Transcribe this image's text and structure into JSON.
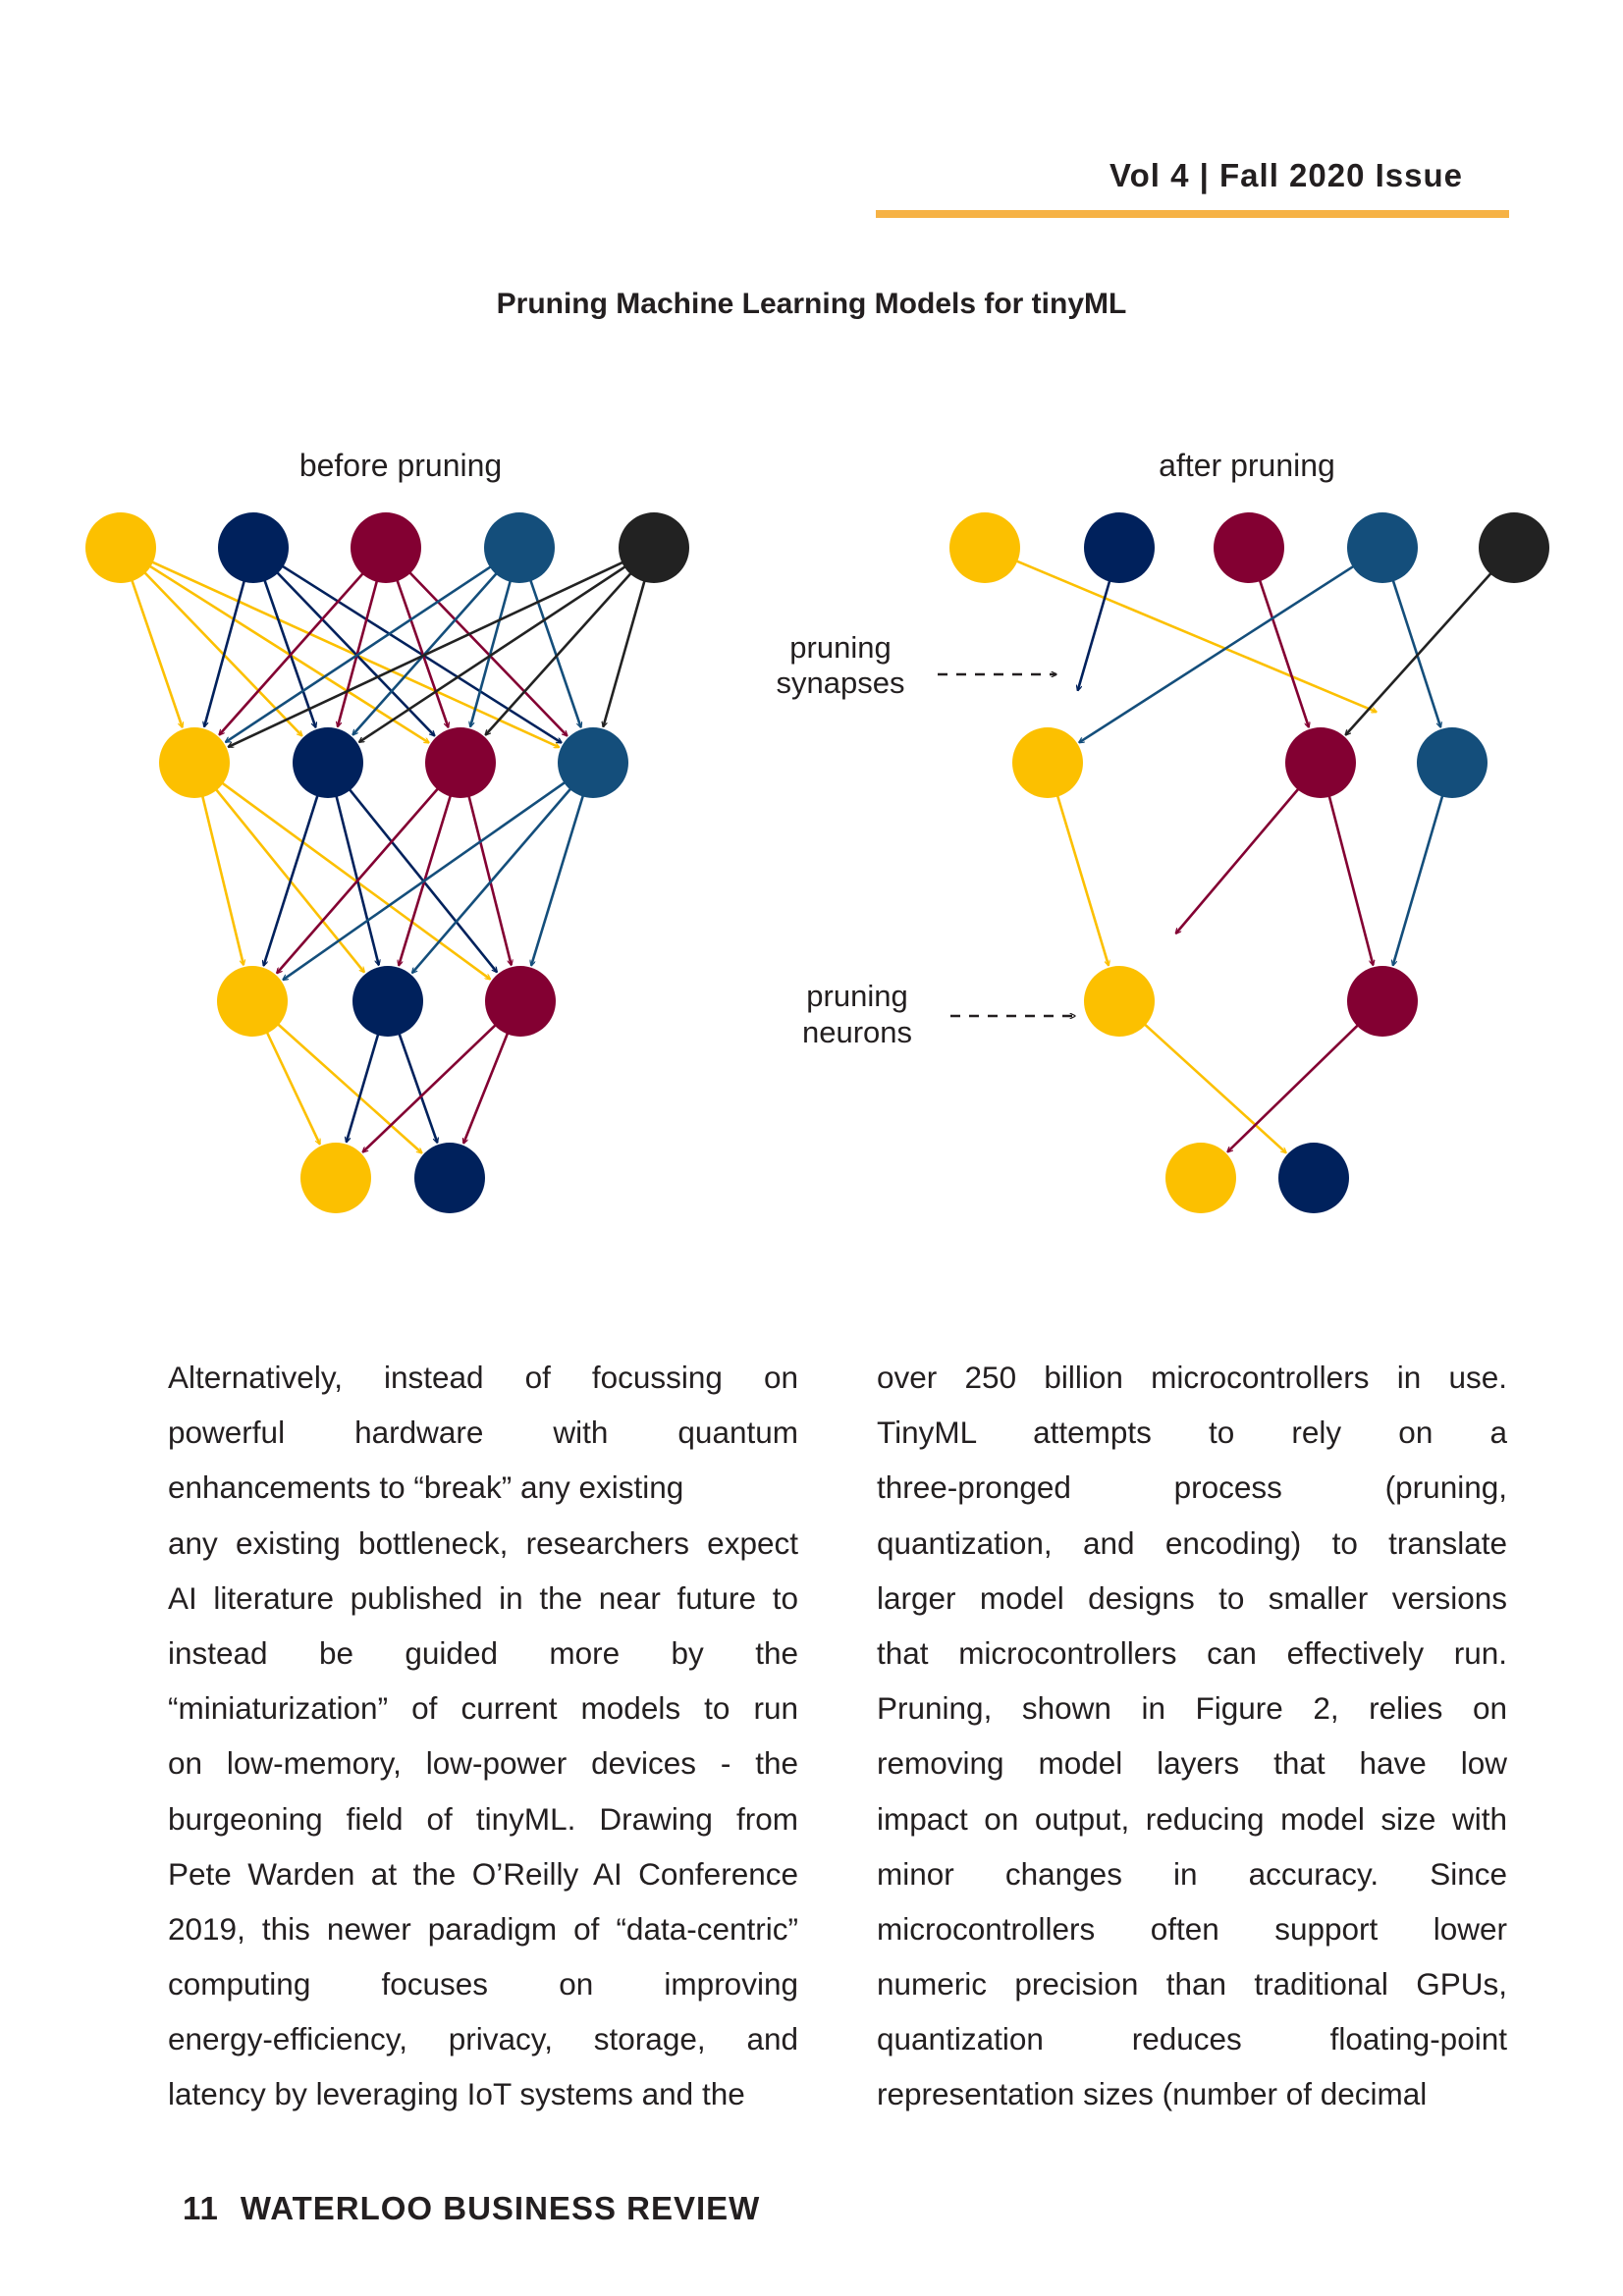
{
  "header": {
    "issue": "Vol 4 | Fall 2020 Issue"
  },
  "figure": {
    "title": "Pruning Machine Learning Models for tinyML",
    "before_label": "before pruning",
    "after_label": "after pruning",
    "synapses_label": [
      "pruning",
      "synapses"
    ],
    "neurons_label": [
      "pruning",
      "neurons"
    ],
    "colors": {
      "yellow": "#fcc000",
      "navy": "#00215c",
      "crimson": "#830032",
      "steel": "#144e7b",
      "black": "#222222"
    }
  },
  "article": {
    "left_lines": [
      "Alternatively, instead of focussing on",
      "powerful hardware with quantum",
      "enhancements to “break” any existing",
      "any existing bottleneck, researchers expect",
      "AI literature published in the near future to",
      "instead be guided more by the",
      "“miniaturization” of current models to run",
      "on low-memory, low-power devices - the",
      "burgeoning field of tinyML. Drawing from",
      "Pete Warden at the O’Reilly AI Conference",
      "2019, this newer paradigm of “data-centric”",
      "computing focuses on improving",
      "energy-efficiency, privacy, storage, and",
      "latency by leveraging IoT systems and the"
    ],
    "right_lines": [
      "over 250 billion microcontrollers in use.",
      "TinyML attempts to rely on a",
      "three-pronged process (pruning,",
      "quantization, and encoding) to translate",
      "larger model designs to smaller versions",
      "that microcontrollers can effectively run.",
      "Pruning, shown in Figure 2, relies on",
      "removing model layers that have low",
      "impact on output, reducing model size with",
      "minor changes in accuracy. Since",
      "microcontrollers often support lower",
      "numeric precision than traditional GPUs,",
      "quantization reduces floating-point",
      "representation sizes (number of decimal"
    ]
  },
  "footer": {
    "page": "11",
    "publication": "WATERLOO BUSINESS REVIEW"
  }
}
